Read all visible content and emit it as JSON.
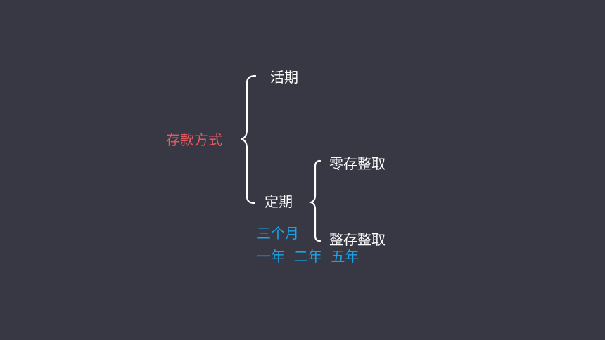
{
  "diagram": {
    "root": "存款方式",
    "branch_current": "活期",
    "branch_fixed": "定期",
    "fixed_sub_1": "零存整取",
    "fixed_sub_2": "整存整取",
    "terms_line_1": "三个月",
    "terms_line_2": "一年  二年  五年"
  },
  "colors": {
    "background": "#383845",
    "root_text": "#e35a5f",
    "node_text": "#ffffff",
    "term_text": "#1aa3e8",
    "brace": "#ffffff"
  }
}
